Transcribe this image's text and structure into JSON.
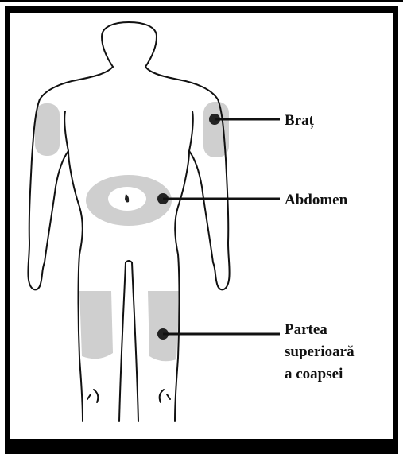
{
  "labels": {
    "arm": "Braț",
    "abdomen": "Abdomen",
    "thigh_line1": "Partea",
    "thigh_line2": "superioară",
    "thigh_line3": "a coapsei"
  },
  "colors": {
    "zone_fill": "#cfcfcf",
    "marker": "#222222",
    "outline": "#111111",
    "frame": "#000000"
  }
}
